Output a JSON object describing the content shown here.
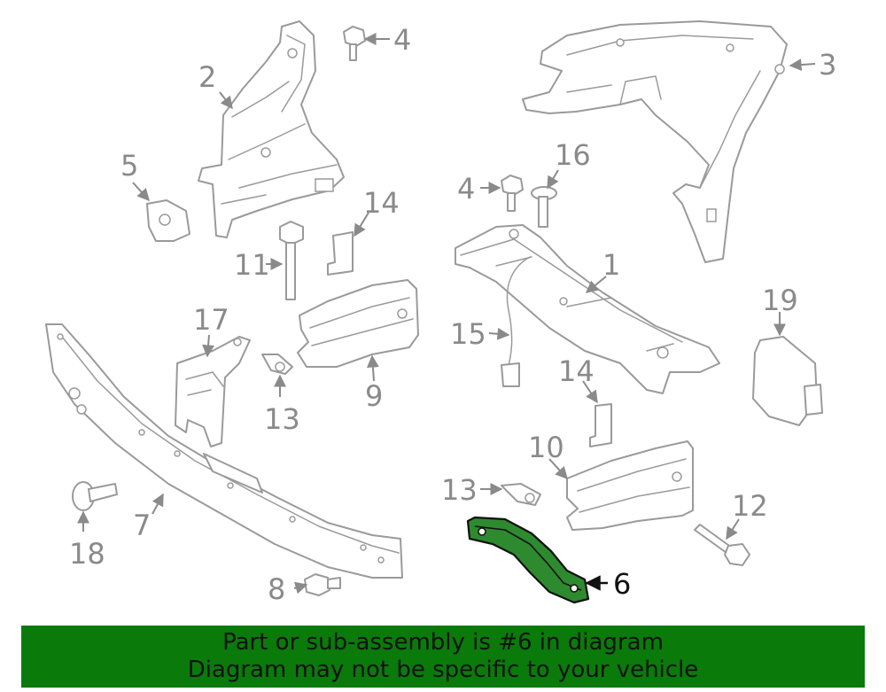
{
  "callouts": {
    "c1": "1",
    "c2": "2",
    "c3": "3",
    "c4a": "4",
    "c4b": "4",
    "c5": "5",
    "c6": "6",
    "c7": "7",
    "c8": "8",
    "c9": "9",
    "c10": "10",
    "c11": "11",
    "c12": "12",
    "c13a": "13",
    "c13b": "13",
    "c14a": "14",
    "c14b": "14",
    "c15": "15",
    "c16": "16",
    "c17": "17",
    "c18": "18",
    "c19": "19"
  },
  "highlighted_part": "6",
  "colors": {
    "highlight": "#2e8a2e",
    "banner": "#0a7a0a",
    "line_art": "#9a9a9a"
  },
  "banner": {
    "line1": "Part or sub-assembly is #6 in diagram",
    "line2": "Diagram may not be specific to your vehicle"
  }
}
